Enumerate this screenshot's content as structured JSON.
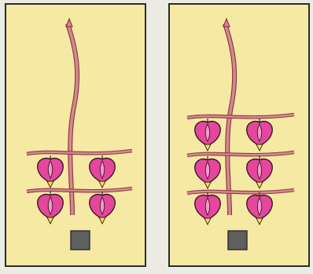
{
  "colors": {
    "background": "#ecebe3",
    "panel_fill": "#f6e9a4",
    "panel_border": "#2c2c2c",
    "stem": "#d58a8e",
    "stem_outline": "#8a3b46",
    "flower_pink": "#e4479b",
    "flower_light": "#f29ac8",
    "flower_tip": "#f0e44a",
    "soil_block": "#5f5f5f"
  },
  "panels": [
    {
      "id": "left",
      "branch_levels": 2
    },
    {
      "id": "right",
      "branch_levels": 3
    }
  ]
}
